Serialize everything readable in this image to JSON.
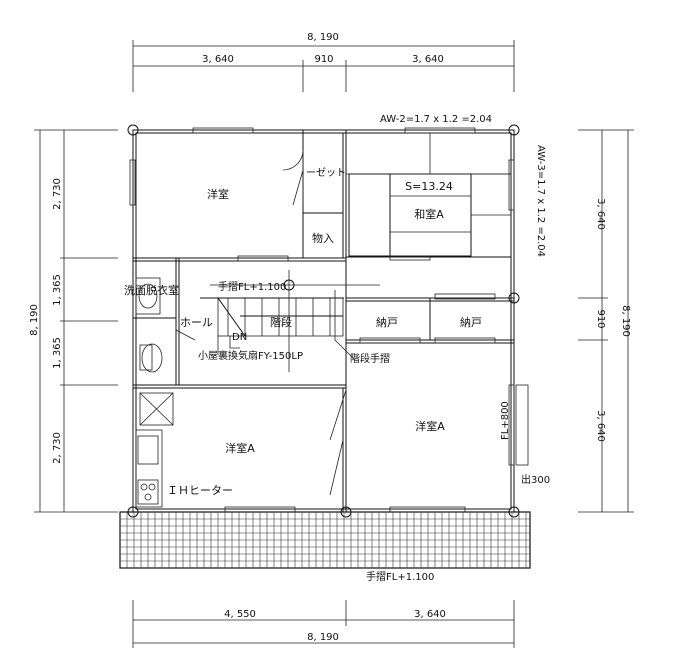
{
  "dimensions": {
    "top_total": "8, 190",
    "top_parts": [
      "3, 640",
      "910",
      "3, 640"
    ],
    "bottom_total": "8, 190",
    "bottom_parts": [
      "4, 550",
      "3, 640"
    ],
    "left_total": "8, 190",
    "left_parts": [
      "2, 730",
      "1, 365",
      "1, 365",
      "2, 730"
    ],
    "right_total": "8, 190",
    "right_parts": [
      "3, 640",
      "910",
      "3, 640"
    ]
  },
  "annotations": {
    "aw2": "AW-2=1.7 x 1.2 =2.04",
    "aw3": "AW-3=1.7 x 1.2 =2.04",
    "tesuri_top": "手摺FL+1.100",
    "tesuri_bottom": "手摺FL+1.100",
    "fan": "小屋裏換気扇FY-150LP",
    "stair_rail": "階段手摺",
    "fl800": "FL+800",
    "de300": "出300",
    "area": "S=13.24",
    "dn": "DN"
  },
  "rooms": {
    "yoshitsu_nw": "洋室",
    "closet": "ーゼット",
    "monoire": "物入",
    "washitsu": "和室A",
    "senmen": "洗面脱衣室",
    "hall": "ホール",
    "kaidan": "階段",
    "nando1": "納戸",
    "nando2": "納戸",
    "yoshitsu_a_left": "洋室A",
    "yoshitsu_a_right": "洋室A",
    "ih": "ＩＨヒーター"
  }
}
